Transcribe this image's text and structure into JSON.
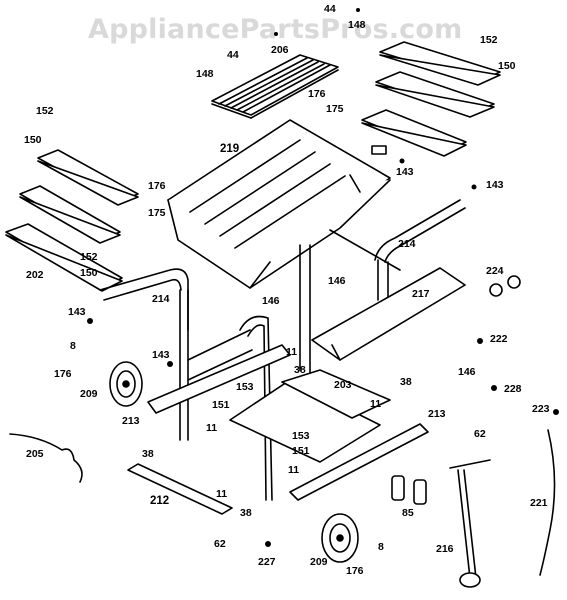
{
  "watermark": "AppliancePartsPros.com",
  "labels": [
    "44",
    "148",
    "44",
    "206",
    "148",
    "152",
    "150",
    "176",
    "175",
    "152",
    "150",
    "219",
    "143",
    "143",
    "176",
    "175",
    "152",
    "150",
    "202",
    "214",
    "224",
    "217",
    "146",
    "214",
    "146",
    "143",
    "222",
    "8",
    "176",
    "143",
    "11",
    "38",
    "203",
    "146",
    "228",
    "209",
    "153",
    "151",
    "38",
    "11",
    "213",
    "223",
    "11",
    "213",
    "62",
    "205",
    "38",
    "153",
    "151",
    "11",
    "212",
    "11",
    "38",
    "85",
    "221",
    "62",
    "227",
    "209",
    "8",
    "216",
    "176"
  ]
}
